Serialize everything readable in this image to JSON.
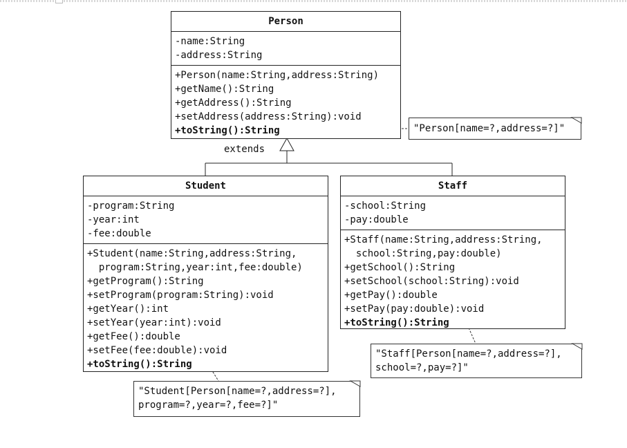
{
  "person": {
    "name": "Person",
    "attributes": [
      "-name:String",
      "-address:String"
    ],
    "methods": [
      "+Person(name:String,address:String)",
      "+getName():String",
      "+getAddress():String",
      "+setAddress(address:String):void"
    ],
    "to_string": "+toString():String"
  },
  "student": {
    "name": "Student",
    "attributes": [
      "-program:String",
      "-year:int",
      "-fee:double"
    ],
    "methods": [
      "+Student(name:String,address:String,",
      "  program:String,year:int,fee:double)",
      "+getProgram():String",
      "+setProgram(program:String):void",
      "+getYear():int",
      "+setYear(year:int):void",
      "+getFee():double",
      "+setFee(fee:double):void"
    ],
    "to_string": "+toString():String"
  },
  "staff": {
    "name": "Staff",
    "attributes": [
      "-school:String",
      "-pay:double"
    ],
    "methods": [
      "+Staff(name:String,address:String,",
      "  school:String,pay:double)",
      "+getSchool():String",
      "+setSchool(school:String):void",
      "+getPay():double",
      "+setPay(pay:double):void"
    ],
    "to_string": "+toString():String"
  },
  "relationship": {
    "label": "extends"
  },
  "notes": {
    "person": [
      "\"Person[name=?,address=?]\""
    ],
    "staff": [
      "\"Staff[Person[name=?,address=?],",
      "school=?,pay=?]\""
    ],
    "student": [
      "\"Student[Person[name=?,address=?],",
      "program=?,year=?,fee=?]\""
    ]
  }
}
